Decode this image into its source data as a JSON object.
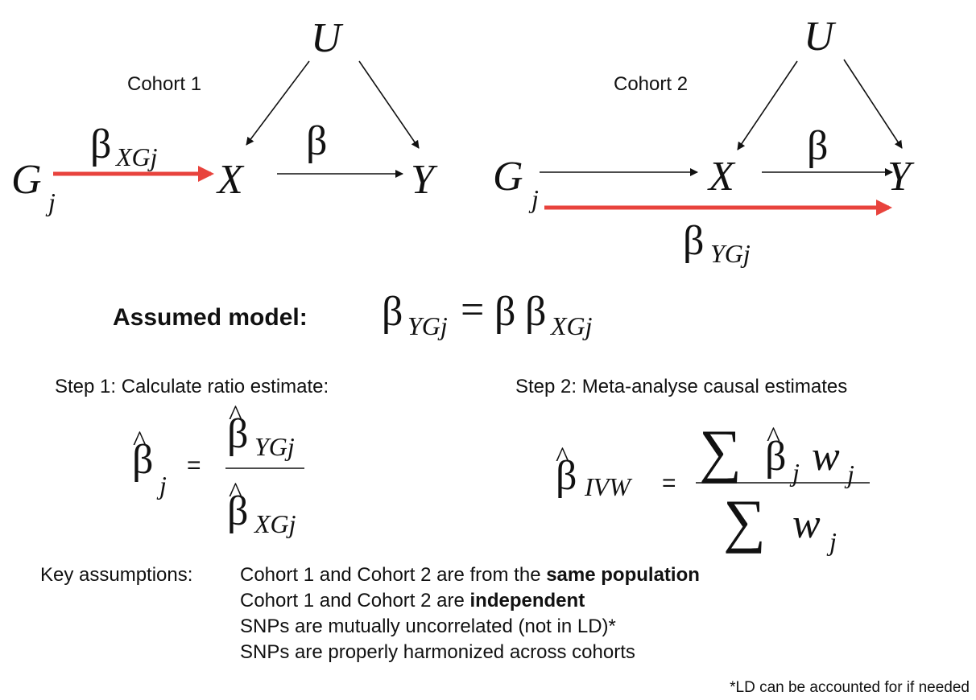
{
  "cohort1": {
    "label": "Cohort 1",
    "nodes": {
      "U": "U",
      "G": "G",
      "G_sub": "j",
      "X": "X",
      "Y": "Y"
    },
    "edges": {
      "beta": "β",
      "beta_xg": "β",
      "beta_xg_sub": "XGj"
    }
  },
  "cohort2": {
    "label": "Cohort 2",
    "nodes": {
      "U": "U",
      "G": "G",
      "G_sub": "j",
      "X": "X",
      "Y": "Y"
    },
    "edges": {
      "beta": "β",
      "beta_yg": "β",
      "beta_yg_sub": "YGj"
    }
  },
  "model": {
    "label": "Assumed model:",
    "lhs": "β",
    "lhs_sub": "YGj",
    "eq": "=",
    "rhs1": "β",
    "rhs2": "β",
    "rhs2_sub": "XGj"
  },
  "step1": {
    "title": "Step 1: Calculate ratio estimate:",
    "lhs": "β",
    "lhs_sub": "j",
    "hat": "^",
    "eq": "=",
    "num": "β",
    "num_sub": "YGj",
    "den": "β",
    "den_sub": "XGj"
  },
  "step2": {
    "title": "Step 2: Meta-analyse causal estimates",
    "lhs": "β",
    "lhs_sub": "IVW",
    "hat": "^",
    "eq": "=",
    "sum": "∑",
    "num_beta": "β",
    "num_beta_sub": "j",
    "num_w": "w",
    "num_w_sub": "j",
    "den_w": "w",
    "den_w_sub": "j"
  },
  "assumptions": {
    "label": "Key assumptions:",
    "items": [
      {
        "pre": "Cohort 1 and Cohort 2 are from the ",
        "bold": "same population"
      },
      {
        "pre": "Cohort 1 and Cohort 2 are ",
        "bold": "independent"
      },
      {
        "pre": "SNPs are mutually uncorrelated (not in LD)*",
        "bold": ""
      },
      {
        "pre": "SNPs are properly harmonized across cohorts",
        "bold": ""
      }
    ],
    "footnote": "*LD can be accounted for if needed"
  }
}
